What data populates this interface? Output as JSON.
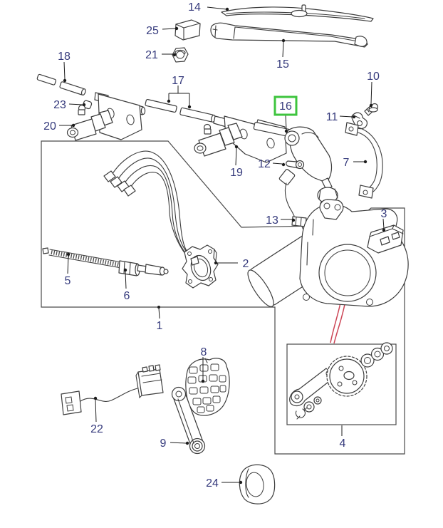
{
  "diagram": {
    "type": "exploded-parts-diagram",
    "subject": "windscreen wiper motor and linkage assembly",
    "highlighted_part": "16",
    "colors": {
      "background": "#ffffff",
      "line_art": "#3c3c3c",
      "label_text": "#353a7c",
      "highlight_box": "#3ec43e",
      "flow_arrow": "#cc4455"
    },
    "labels": {
      "p1": "1",
      "p2": "2",
      "p3": "3",
      "p4": "4",
      "p5": "5",
      "p6": "6",
      "p7": "7",
      "p8": "8",
      "p9": "9",
      "p10": "10",
      "p11": "11",
      "p12": "12",
      "p13": "13",
      "p14": "14",
      "p15": "15",
      "p16": "16",
      "p17": "17",
      "p18": "18",
      "p19": "19",
      "p20": "20",
      "p21": "21",
      "p22": "22",
      "p23": "23",
      "p24": "24",
      "p25": "25"
    }
  }
}
